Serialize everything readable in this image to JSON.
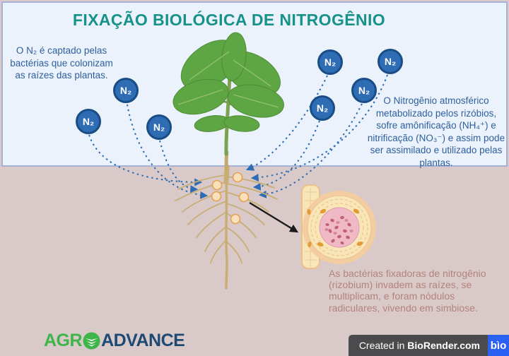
{
  "title": "FIXAÇÃO BIOLÓGICA DE NITROGÊNIO",
  "annotations": {
    "n2_uptake": "O N₂ é captado pelas bactérias que colonizam as raízes das plantas.",
    "nitrogen_metabolism": "O Nitrogênio atmosférico metabolizado pelos rizóbios, sofre amônificação (NH₄⁺) e nitrificação (NO₃⁻) e assim pode ser assimilado e utilizado pelas plantas.",
    "nodule_formation": "As bactérias fixadoras de nitrogênio (rizobium) invadem as raízes, se multiplicam, e foram nódulos radiculares, vivendo em simbiose."
  },
  "molecules": {
    "label": "N₂",
    "count": 7
  },
  "logo": {
    "part1": "AGR",
    "part2": "ADVANCE",
    "mark": "leaf-circle-icon"
  },
  "footer": {
    "created_in": "Created in ",
    "brand": "BioRender.com",
    "badge": "bìo"
  },
  "colors": {
    "title_teal": "#16928a",
    "note_blue": "#2d5f9e",
    "molecule_fill": "#2e6cb4",
    "molecule_border": "#1a4c85",
    "sky_background": "#ebf2fb",
    "panel_border": "#a6b2d4",
    "soil_background": "#d9c9c9",
    "soil_text": "#b3837d",
    "root_tan": "#c8ae74",
    "nodule_cream": "#f8e0bd",
    "nodule_ring": "#e59f52",
    "logo_green": "#3eb549",
    "logo_navy": "#1d4a73",
    "footer_gray": "#4b4b4d",
    "biorender_blue": "#2b61f3"
  }
}
